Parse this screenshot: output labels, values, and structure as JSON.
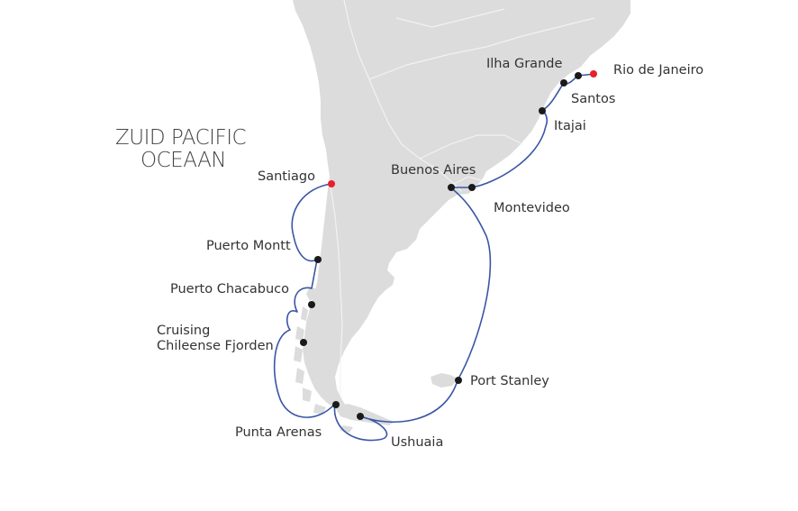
{
  "ocean_label": {
    "line1": "ZUID PACIFIC",
    "line2": "OCEAAN"
  },
  "colors": {
    "land": "#dcdcdc",
    "border": "#f2f2f2",
    "route": "#3a55a5",
    "port": "#1a1a1a",
    "endpoint": "#e8202a",
    "text": "#333333"
  },
  "ports": {
    "santiago": "Santiago",
    "puerto_montt": "Puerto Montt",
    "puerto_chacabuco": "Puerto Chacabuco",
    "cruising_line1": "Cruising",
    "cruising_line2": "Chileense Fjorden",
    "punta_arenas": "Punta Arenas",
    "ushuaia": "Ushuaia",
    "port_stanley": "Port Stanley",
    "buenos_aires": "Buenos Aires",
    "montevideo": "Montevideo",
    "itajai": "Itajai",
    "santos": "Santos",
    "ilha_grande": "Ilha Grande",
    "rio_de_janeiro": "Rio de Janeiro"
  }
}
